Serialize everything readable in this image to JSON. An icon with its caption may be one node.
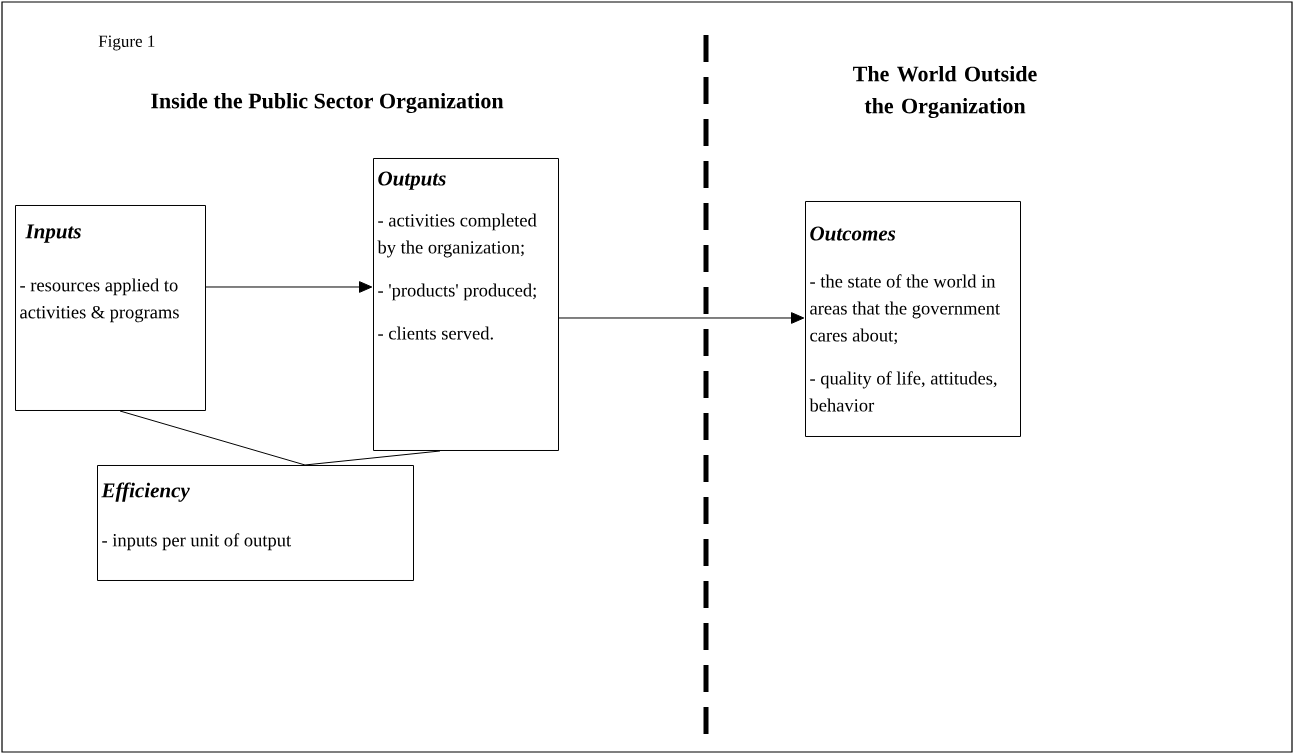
{
  "diagram": {
    "nodes": [
      {
        "text": [
          "Inputs",
          "- resources applied to activities & programs"
        ]
      },
      {
        "text": [
          "Outputs",
          "- activities completed by the organization;",
          "- 'products' produced;",
          "- clients served."
        ]
      },
      {
        "text": [
          "Outcomes",
          "- the state of the world in areas that the government cares about;",
          "- quality of life, attitudes, behavior"
        ]
      },
      {
        "text": [
          "Efficiency",
          "- inputs per unit of output"
        ]
      }
    ],
    "edges": [
      {
        "from": 0,
        "to": 1,
        "arrow": "to"
      },
      {
        "from": 1,
        "to": 2,
        "arrow": "to"
      },
      {
        "from": 0,
        "to": 3,
        "arrow": "none"
      },
      {
        "from": 1,
        "to": 3,
        "arrow": "none"
      }
    ],
    "labels": [
      "Figure 1",
      "Inside the Public Sector Organization",
      "The World Outside the Organization"
    ]
  }
}
